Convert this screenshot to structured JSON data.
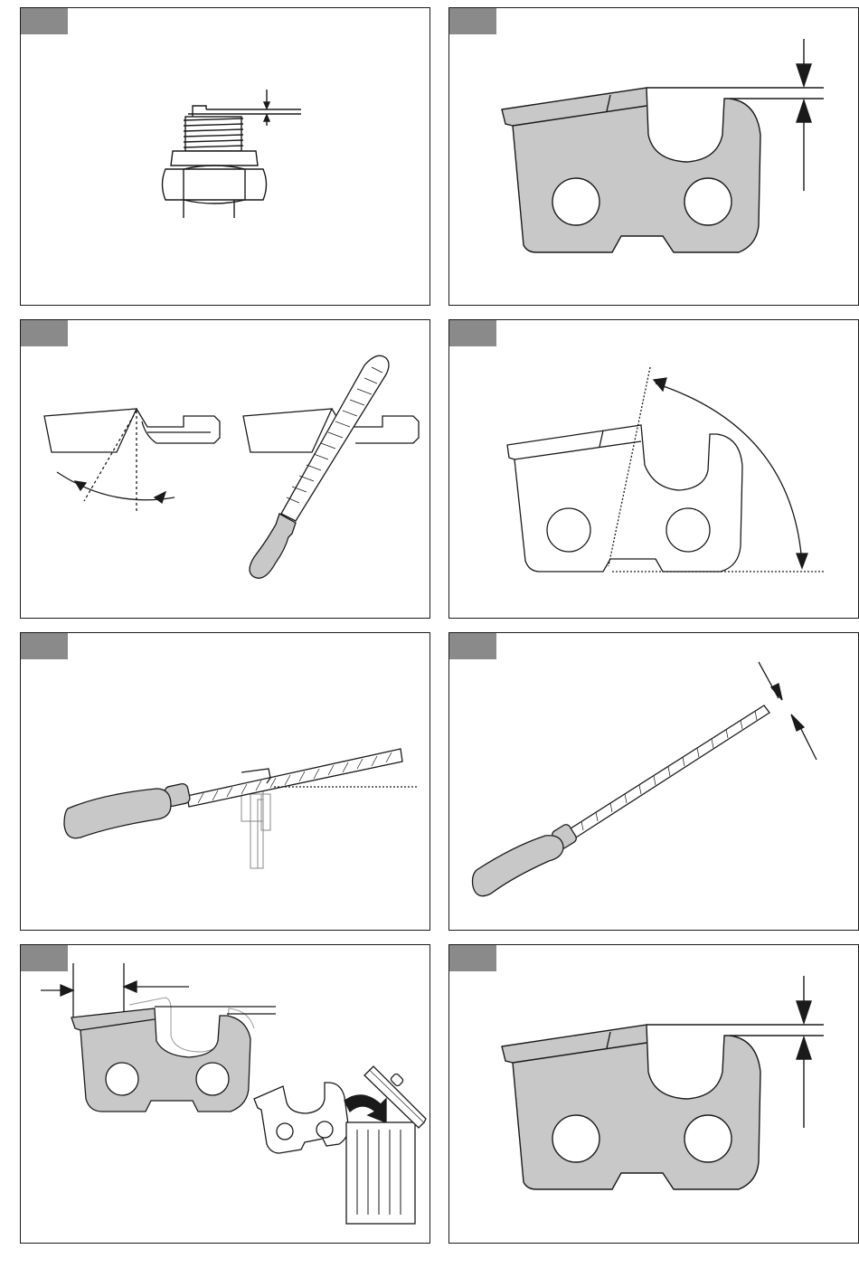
{
  "page": {
    "figures": [
      {
        "id": "fig-1",
        "label": ""
      },
      {
        "id": "fig-2",
        "label": ""
      },
      {
        "id": "fig-3",
        "label": ""
      },
      {
        "id": "fig-4",
        "label": ""
      },
      {
        "id": "fig-5",
        "label": ""
      },
      {
        "id": "fig-6",
        "label": ""
      },
      {
        "id": "fig-7",
        "label": ""
      },
      {
        "id": "fig-8",
        "label": ""
      }
    ]
  },
  "colors": {
    "panel_border": "#1a1a1a",
    "tab": "#8a8a8a",
    "cutter_fill": "#c8c8c8",
    "line": "#1a1a1a"
  },
  "icons": {
    "p1": "spark-plug-gap-illustration",
    "p2": "chain-cutter-depth-illustration",
    "p3": "cutter-filing-angle-illustration",
    "p4": "cutter-side-angle-illustration",
    "p5": "file-holder-filing-illustration",
    "p6": "round-file-diameter-illustration",
    "p7": "worn-cutter-replacement-illustration",
    "p8": "chain-cutter-depth-illustration"
  }
}
